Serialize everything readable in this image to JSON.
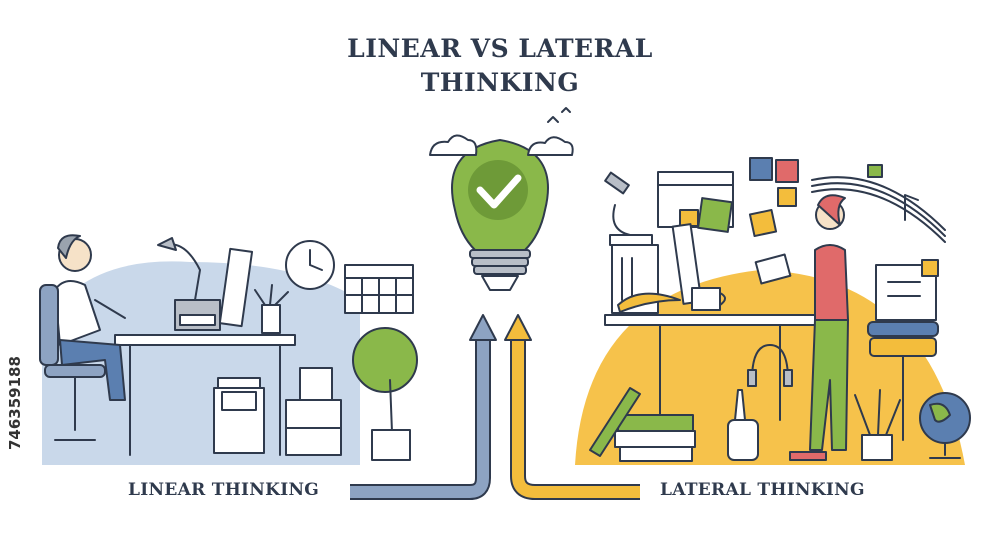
{
  "title": {
    "line1": "LINEAR VS LATERAL",
    "line2": "THINKING"
  },
  "labels": {
    "left": "LINEAR THINKING",
    "right": "LATERAL THINKING"
  },
  "side_id": "746359188",
  "colors": {
    "linear_bg": "#c9d8ea",
    "lateral_bg": "#f6c24b",
    "bulb_green": "#8ab84a",
    "arrow_blue": "#8da3c2",
    "arrow_yellow": "#f3bd3c",
    "ink": "#2f3a4d"
  },
  "icons": [
    "lightbulb-check-icon",
    "clock-icon",
    "calendar-icon",
    "microscope-icon",
    "puzzle-icon",
    "music-notes-icon",
    "globe-icon",
    "headphones-icon"
  ]
}
